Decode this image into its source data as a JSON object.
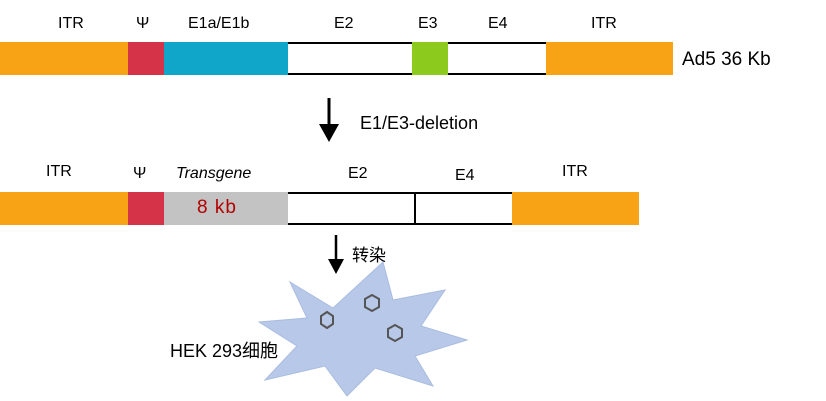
{
  "top": {
    "labels": [
      "ITR",
      "Ψ",
      "E1a/E1b",
      "E2",
      "E3",
      "E4",
      "ITR"
    ],
    "genome_label": "Ad5 36 Kb"
  },
  "step1": {
    "label": "E1/E3-deletion"
  },
  "bottom": {
    "labels": [
      "ITR",
      "Ψ",
      "Transgene",
      "E2",
      "E4",
      "ITR"
    ],
    "transgene_size": "8 kb"
  },
  "step2": {
    "label": "转染"
  },
  "cell": {
    "label": "HEK 293细胞"
  },
  "colors": {
    "itr": "#F8A316",
    "psi": "#D53347",
    "e1": "#0FA6C9",
    "e3": "#8CCB1E",
    "transgene": "#C3C3C3",
    "transgene_text": "#B30000",
    "cell": "#B8C8E8"
  }
}
